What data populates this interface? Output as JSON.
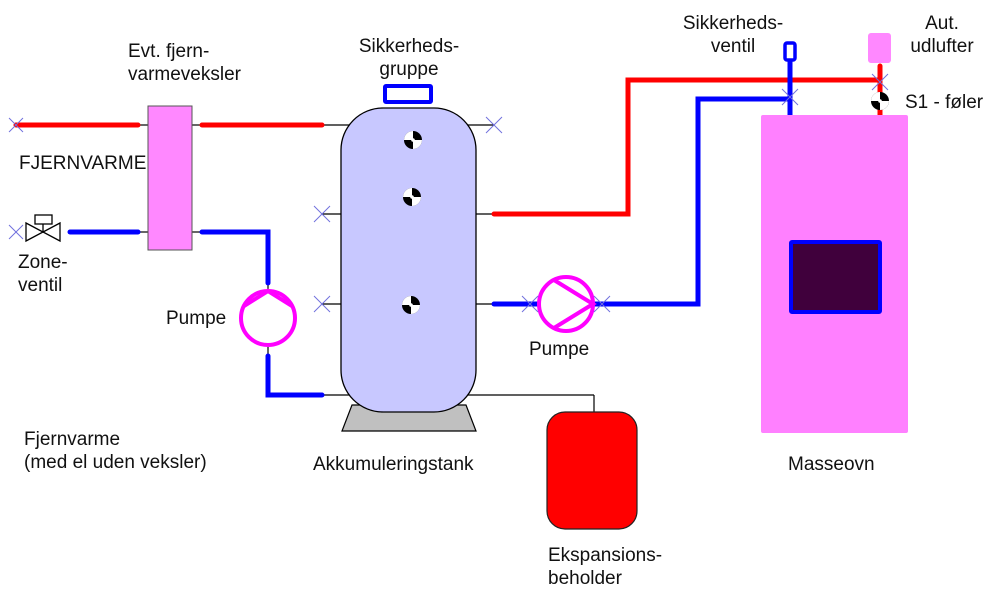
{
  "colors": {
    "hot_pipe": "#ff0000",
    "cold_pipe": "#0000ff",
    "pump": "#ff00ff",
    "exchanger_fill": "#ff88ff",
    "tank_fill": "#c8c8ff",
    "tank_base": "#c0c0c0",
    "expansion_fill": "#ff0000",
    "stove_fill": "#ff80ff",
    "stove_door": "#40003c",
    "air_vent_fill": "#ff88ff",
    "sensor": "#000000",
    "cap_marker": "#7070dd"
  },
  "labels": {
    "exchanger_line1": "Evt. fjern-",
    "exchanger_line2": "varmeveksler",
    "district_heating": "FJERNVARME",
    "zone_valve_line1": "Zone-",
    "zone_valve_line2": "ventil",
    "pump_left": "Pumpe",
    "pump_right": "Pumpe",
    "safety_group_line1": "Sikkerheds-",
    "safety_group_line2": "gruppe",
    "safety_valve_line1": "Sikkerheds-",
    "safety_valve_line2": "ventil",
    "air_vent_line1": "Aut.",
    "air_vent_line2": "udlufter",
    "sensor_s1": "S1 - føler",
    "note_line1": "Fjernvarme",
    "note_line2": "(med el uden veksler)",
    "tank": "Akkumuleringstank",
    "expansion_line1": "Ekspansions-",
    "expansion_line2": "beholder",
    "stove": "Masseovn"
  }
}
